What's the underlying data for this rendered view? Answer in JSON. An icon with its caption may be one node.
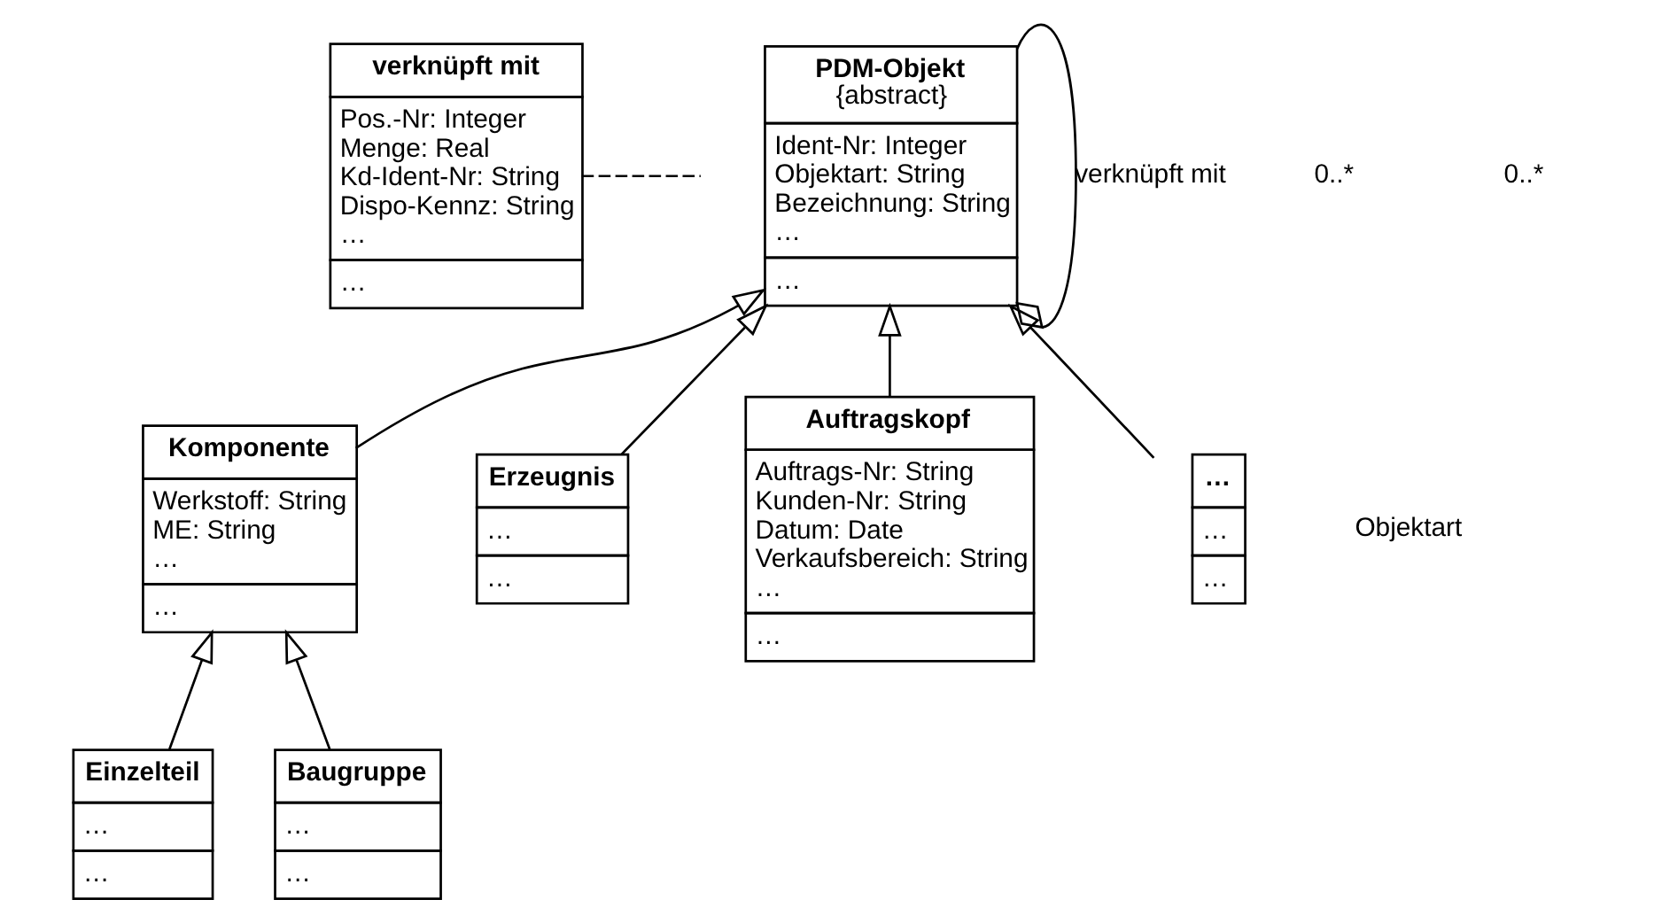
{
  "diagram": {
    "nodes": [
      {
        "text": [
          "verknüpft mit",
          "Pos.-Nr: Integer",
          "Menge: Real",
          "Kd-Ident-Nr: String",
          "Dispo-Kennz: String",
          "…",
          "…"
        ]
      },
      {
        "text": [
          "PDM-Objekt",
          "{abstract}",
          "Ident-Nr: Integer",
          "Objektart: String",
          "Bezeichnung: String",
          "…",
          "…"
        ]
      },
      {
        "text": [
          "Komponente",
          "Werkstoff: String",
          "ME: String",
          "…",
          "…"
        ]
      },
      {
        "text": [
          "Erzeugnis",
          "…",
          "…"
        ]
      },
      {
        "text": [
          "Auftragskopf",
          "Auftrags-Nr: String",
          "Kunden-Nr: String",
          "Datum: Date",
          "Verkaufsbereich: String",
          "…",
          "…"
        ]
      },
      {
        "text": [
          "…",
          "…",
          "…"
        ]
      },
      {
        "text": [
          "Einzelteil",
          "…",
          "…"
        ]
      },
      {
        "text": [
          "Baugruppe",
          "…",
          "…"
        ]
      }
    ],
    "edges": [
      {
        "from": 1,
        "to": 1,
        "arrow": "other",
        "label": "verknüpft mit"
      },
      {
        "from": 0,
        "to": null,
        "arrow": "none",
        "style": "dashed"
      },
      {
        "from": 2,
        "to": 1,
        "arrow": "to"
      },
      {
        "from": 3,
        "to": 1,
        "arrow": "to"
      },
      {
        "from": 4,
        "to": 1,
        "arrow": "to"
      },
      {
        "from": 5,
        "to": 1,
        "arrow": "to"
      },
      {
        "from": 6,
        "to": 2,
        "arrow": "to"
      },
      {
        "from": 7,
        "to": 2,
        "arrow": "to"
      }
    ],
    "labels": [
      "0..*",
      "0..*",
      "Objektart"
    ]
  }
}
